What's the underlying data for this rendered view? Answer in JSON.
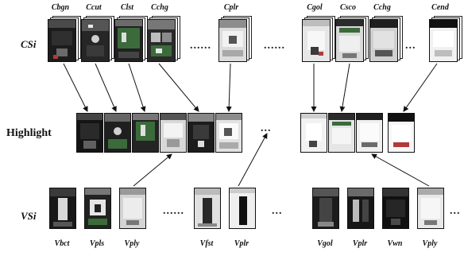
{
  "rows": {
    "cs_label": "CSi",
    "highlight_label": "Highlight",
    "vs_label": "VSi"
  },
  "cs_captions": [
    "Cbgn",
    "Ccut",
    "Clst",
    "Cchg",
    "Cplr",
    "Cgol",
    "Csco",
    "Cchg",
    "Cend"
  ],
  "vs_captions": [
    "Vbct",
    "Vpls",
    "Vply",
    "Vfst",
    "Vplr",
    "Vgol",
    "Vplr",
    "Vwn",
    "Vply"
  ],
  "ellipsis": "......",
  "ellipsis_short": "...",
  "colors": {
    "line": "#111111",
    "dark_frame": "#1a1a1a",
    "light_frame": "#e8e8e8",
    "accent_red": "#b23a3a",
    "accent_green": "#3b6b3b"
  }
}
